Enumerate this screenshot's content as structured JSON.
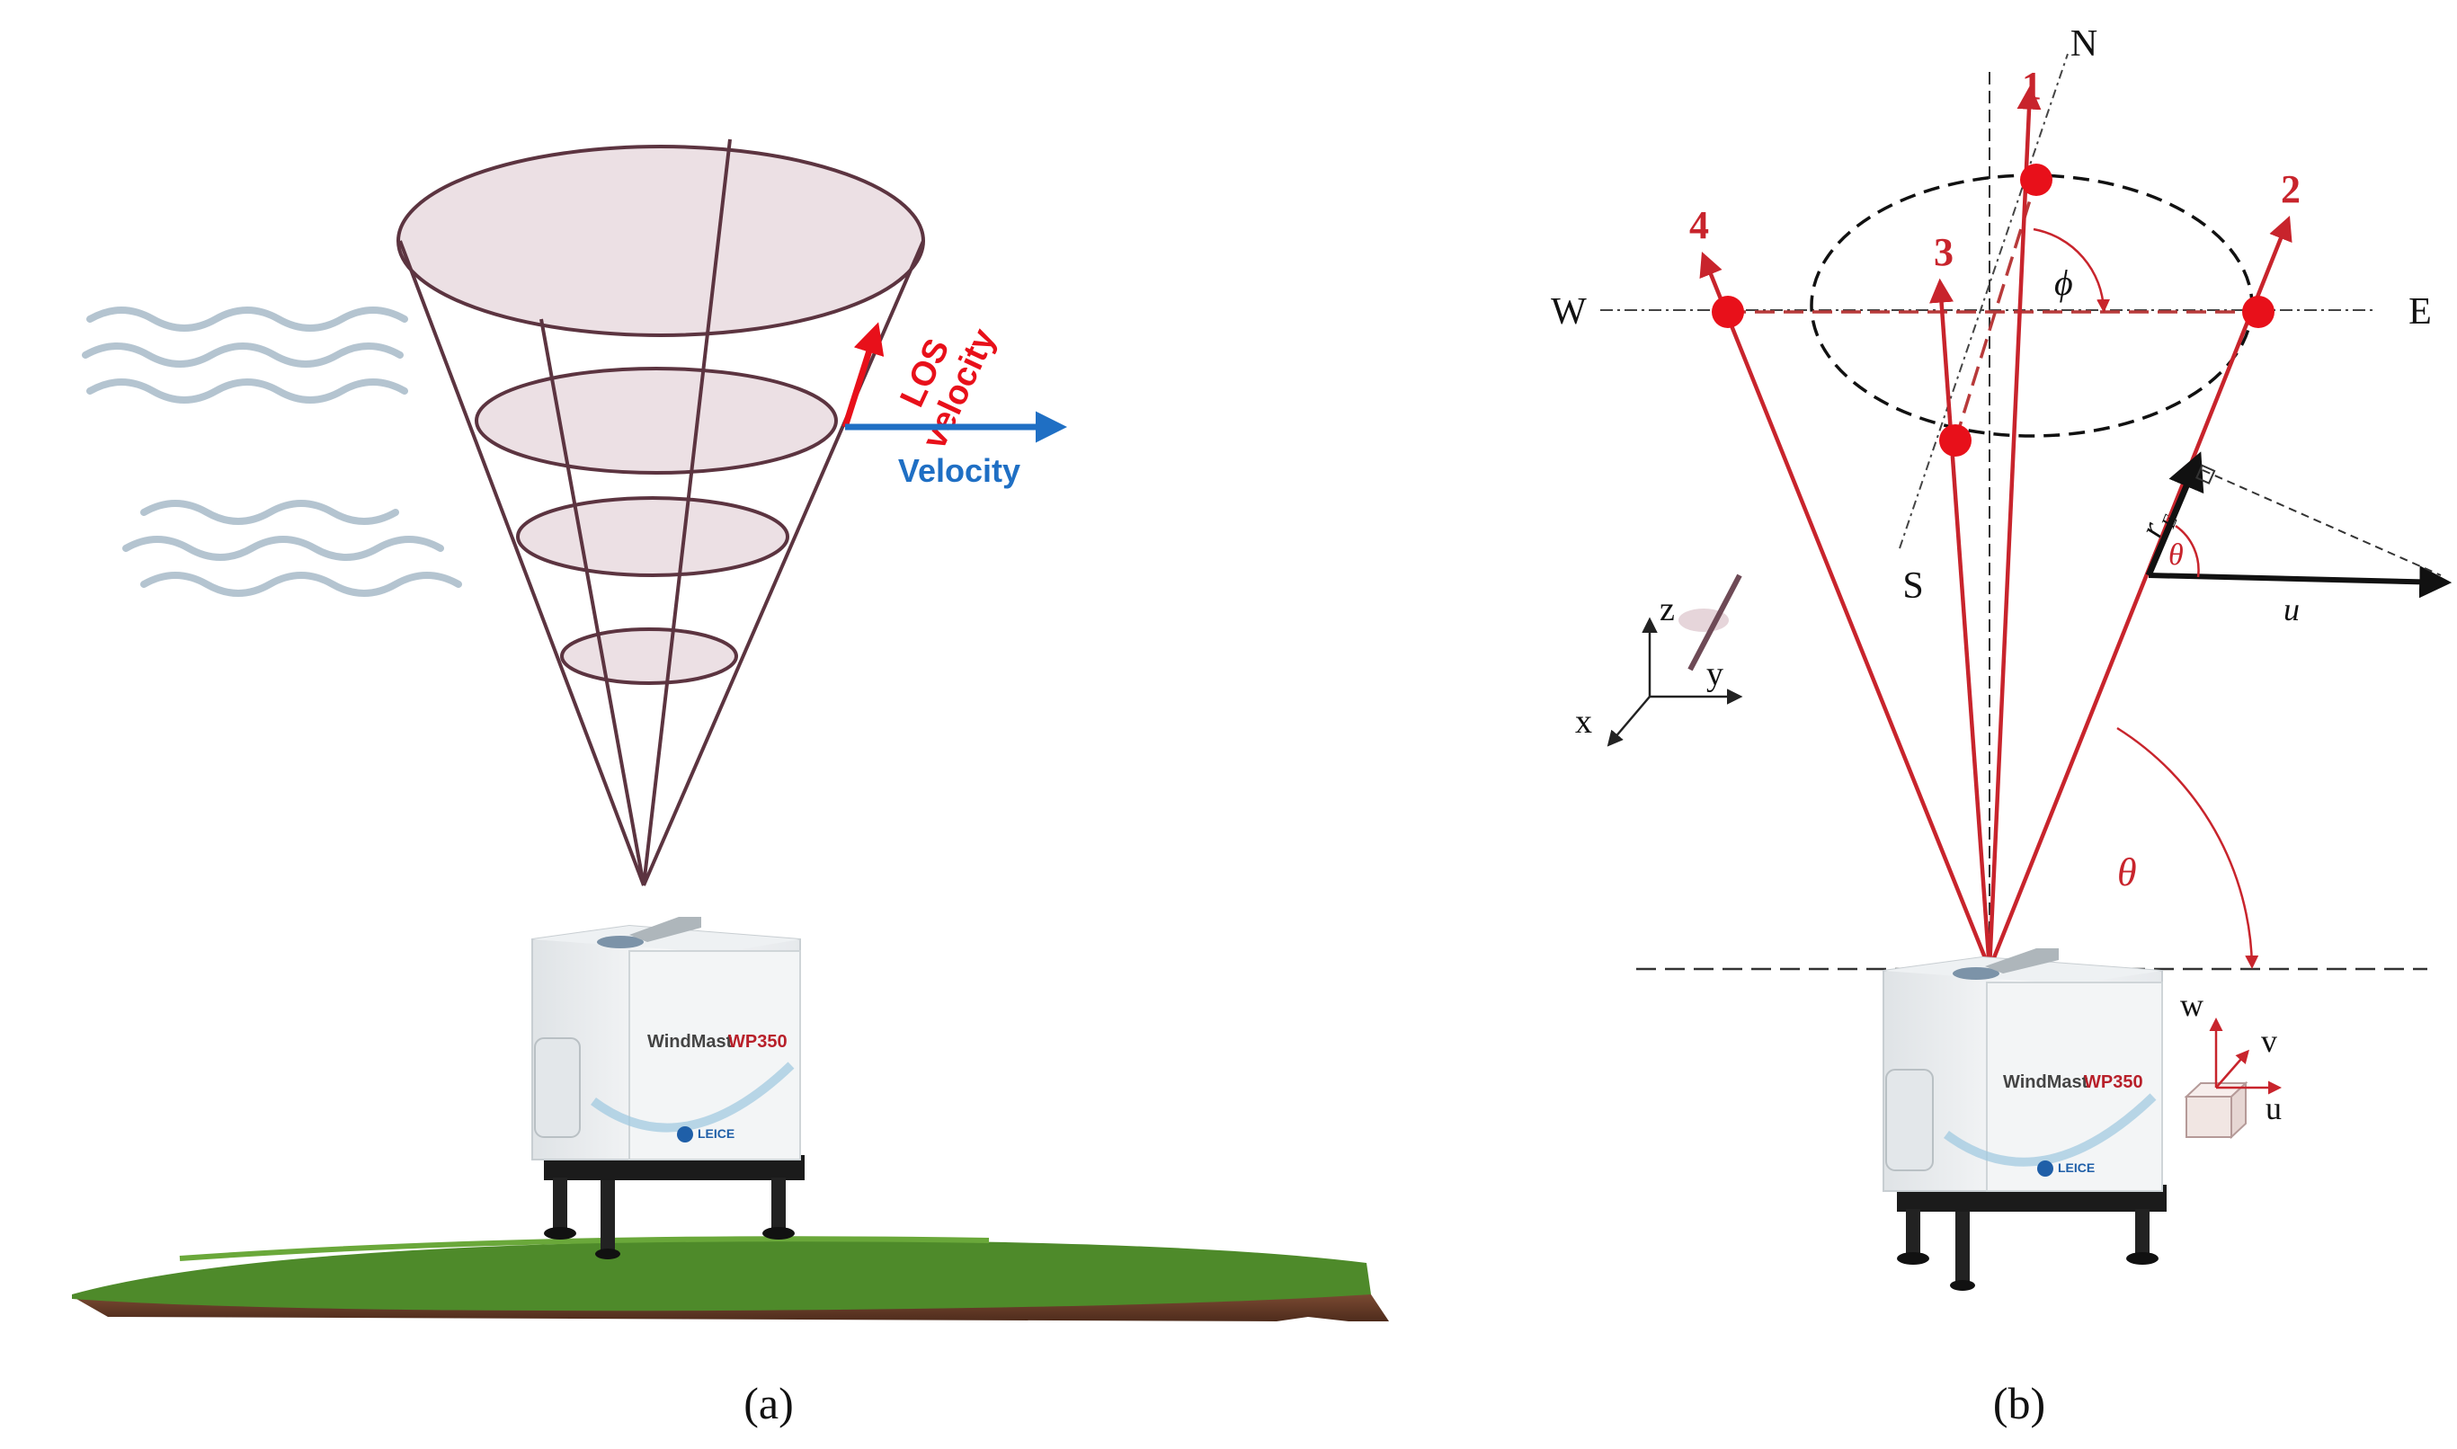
{
  "panel_a": {
    "caption": "(a)",
    "los_label_1": "LOS",
    "los_label_2": "velocity",
    "velocity_label": "Velocity",
    "device": {
      "brand": "WindMast",
      "model": "WP350",
      "maker": "LEICE"
    }
  },
  "panel_b": {
    "caption": "(b)",
    "compass": {
      "north": "N",
      "south": "S",
      "east": "E",
      "west": "W"
    },
    "beams": [
      "1",
      "2",
      "3",
      "4"
    ],
    "angles": {
      "phi": "ϕ",
      "theta": "θ",
      "theta_small": "θ"
    },
    "vector_labels": {
      "r_main": "r",
      "r_sub": "E",
      "u_vec": "u"
    },
    "axes": {
      "x": "x",
      "y": "y",
      "z": "z"
    },
    "wind_components": {
      "w": "w",
      "v": "v",
      "u": "u"
    },
    "device": {
      "brand": "WindMast",
      "model": "WP350",
      "maker": "LEICE"
    }
  },
  "colors": {
    "cone_line": "#5c3440",
    "cone_fill": "#ece0e4",
    "los_red": "#e8101a",
    "velocity_blue": "#1f6fc4",
    "beam_red": "#c8242c",
    "wave": "#b4c4d0",
    "grass": "#4e8a2a",
    "soil": "#6b3f2a"
  }
}
